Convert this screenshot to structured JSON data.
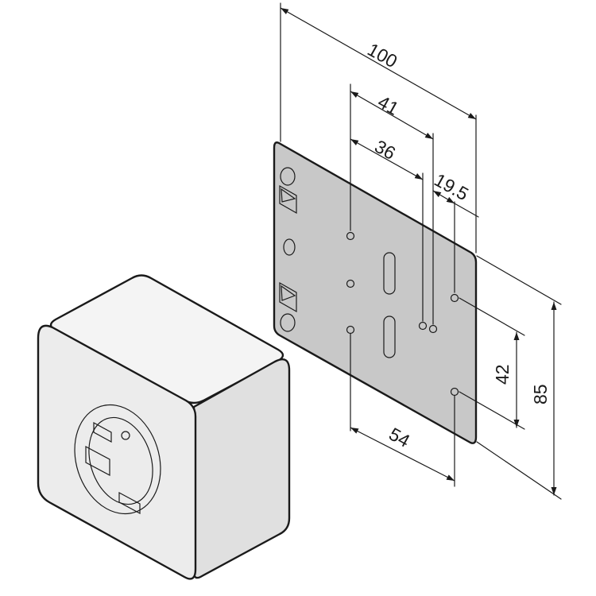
{
  "dimensions": {
    "overall_width": "100",
    "hole_span_41": "41",
    "hole_span_36": "36",
    "edge_offset": "19.5",
    "hole_pitch_vertical": "42",
    "overall_height": "85",
    "hole_span_bottom": "54"
  },
  "colors": {
    "plate_fill": "#c8c8c8",
    "box_front": "#ececec",
    "box_top": "#f4f4f4",
    "box_side": "#e0e0e0",
    "line": "#1a1a1a"
  }
}
